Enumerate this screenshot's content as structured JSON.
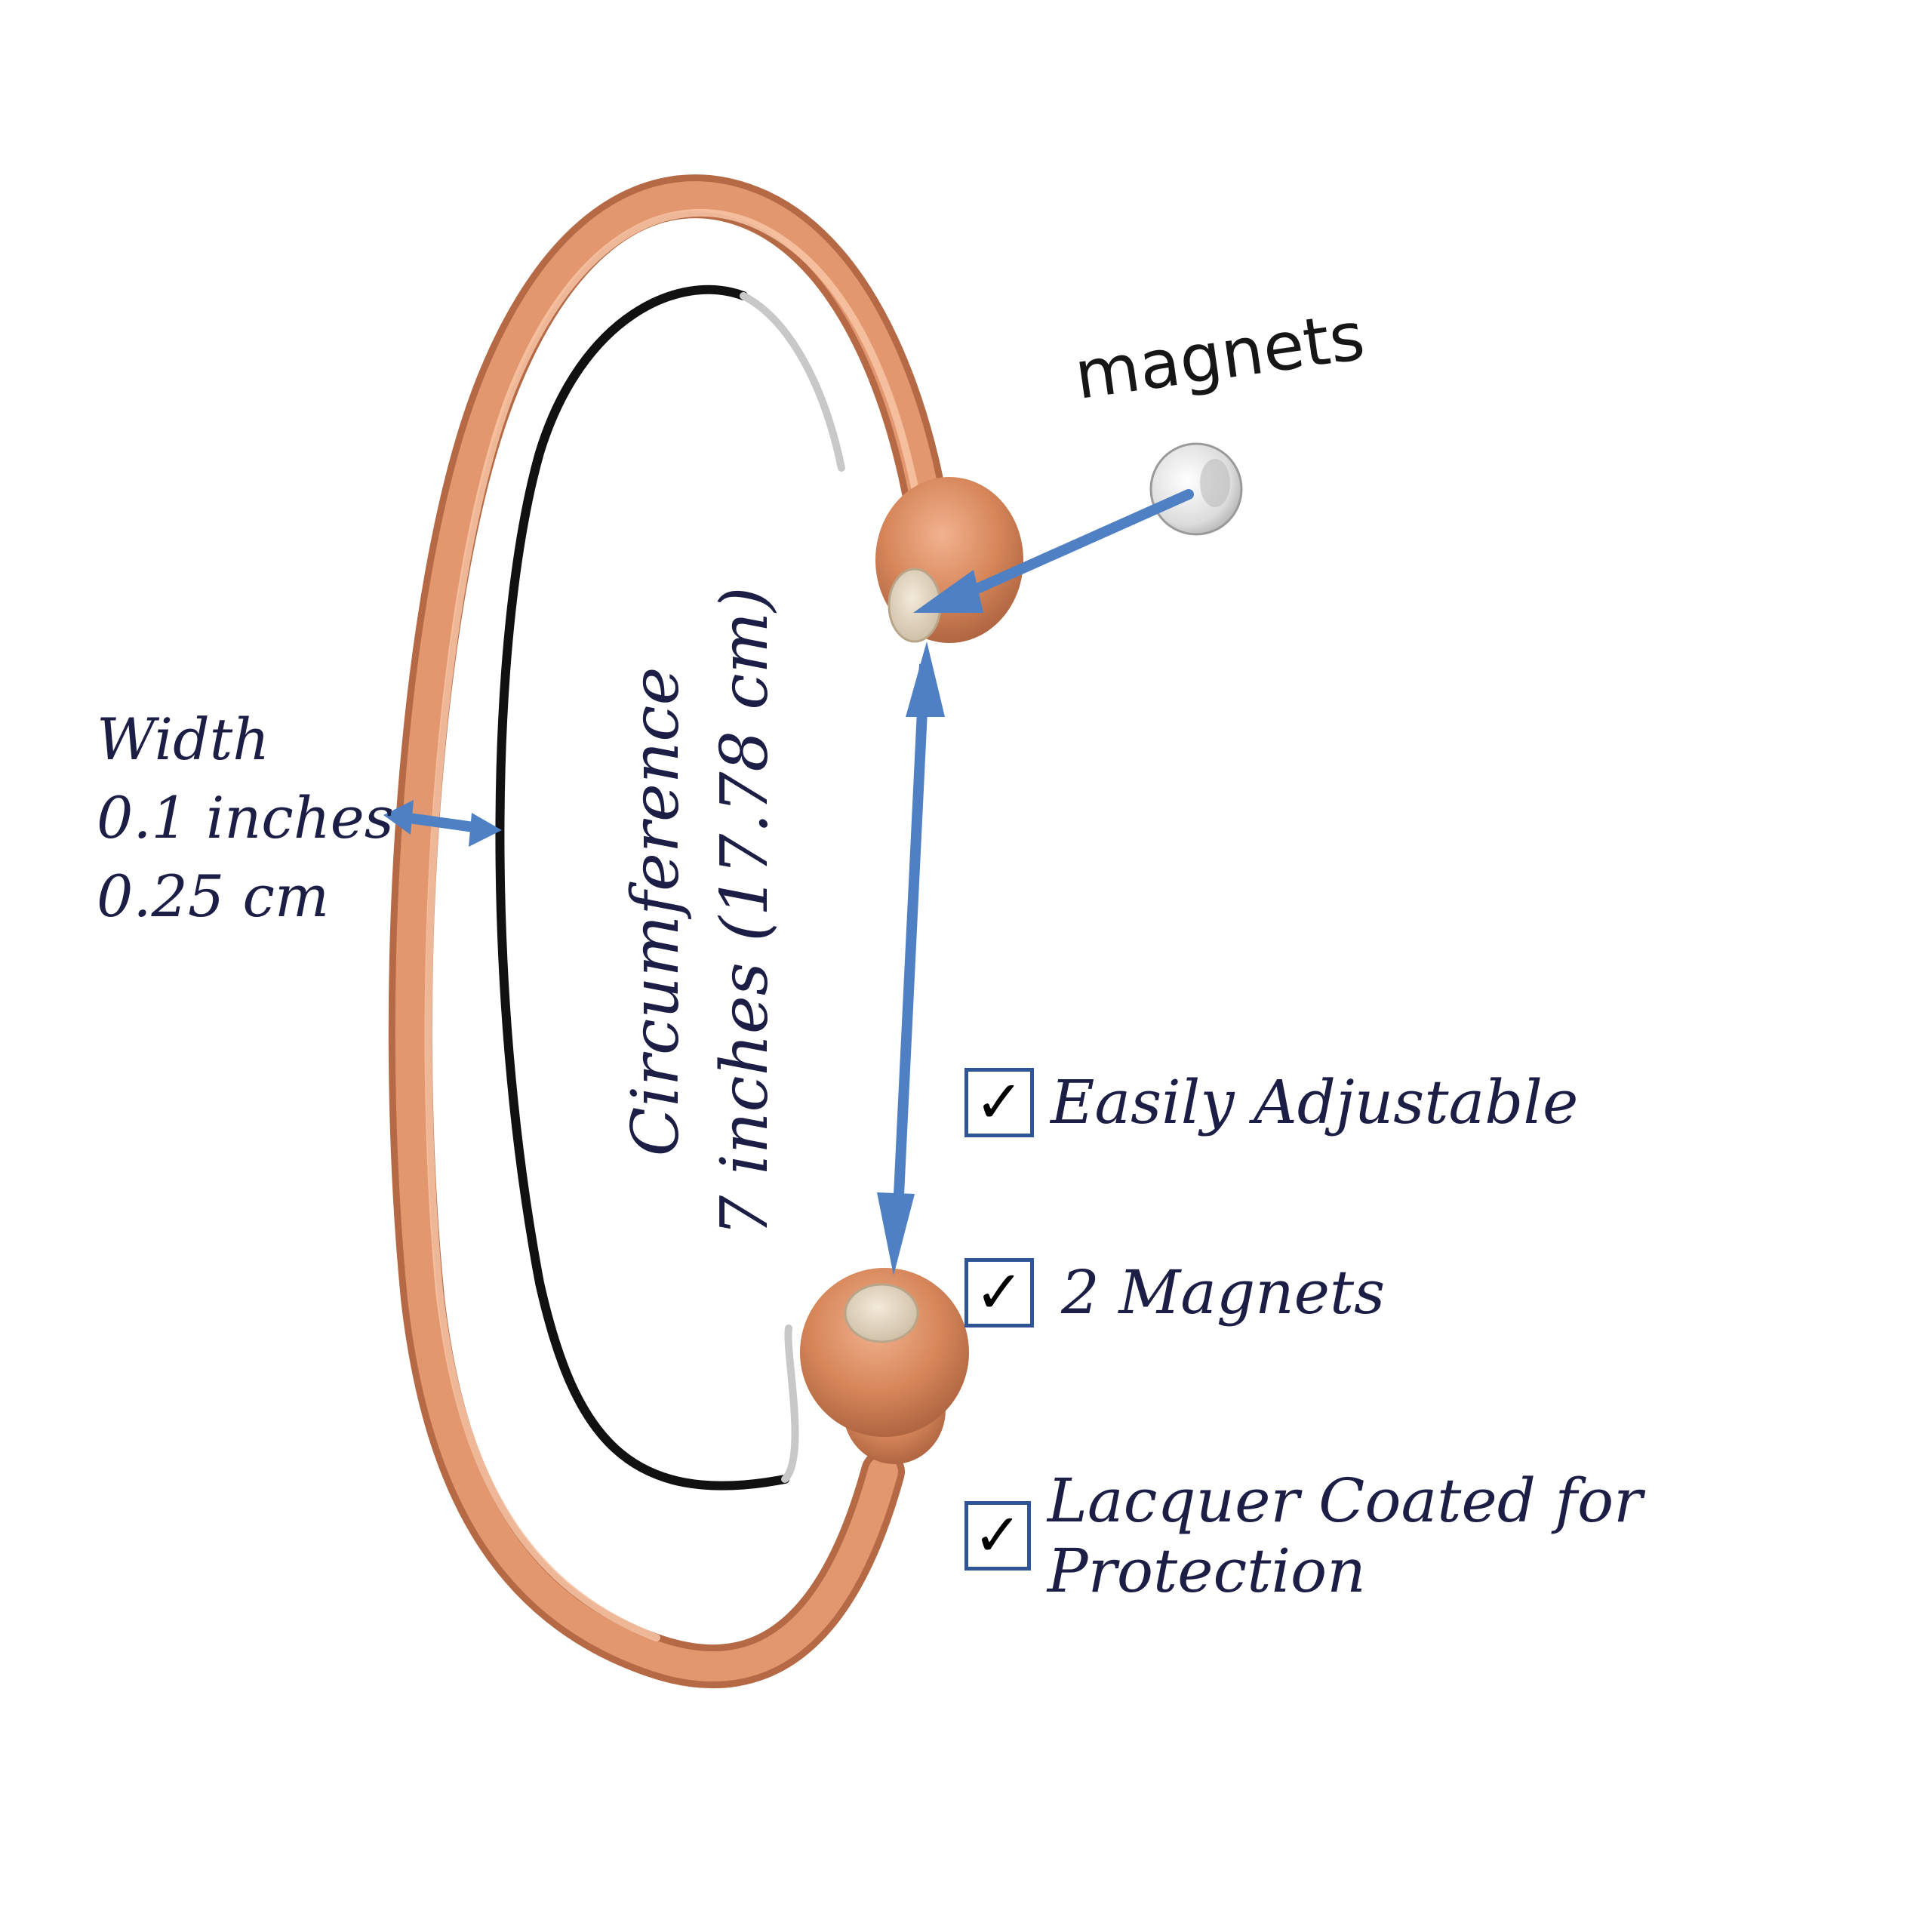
{
  "labels": {
    "magnets": "magnets",
    "width": [
      "Width",
      "0.1 inches",
      "0.25 cm"
    ],
    "circumference": [
      "Circumference",
      "7 inches (17.78 cm)"
    ]
  },
  "features": [
    {
      "checked": true,
      "text": "Easily Adjustable"
    },
    {
      "checked": true,
      "text": "2 Magnets"
    },
    {
      "checked": true,
      "text": "Lacquer Coated for Protection"
    }
  ],
  "colors": {
    "copper": "#d8875f",
    "copper_highlight": "#f4b896",
    "copper_shadow": "#b46944",
    "arrow": "#4f80c4",
    "text": "#1c1e46",
    "checkbox_border": "#2f5597",
    "inner_band": "#111111"
  },
  "icons": {
    "checkbox": "check-mark-icon",
    "magnet": "magnet-disc-icon"
  }
}
